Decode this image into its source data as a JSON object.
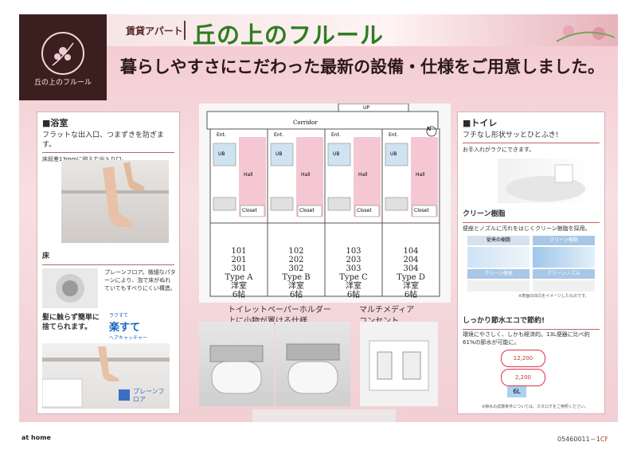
{
  "header": {
    "logo_text": "丘の上のフルール",
    "category": "賃貸アパート",
    "title": "丘の上のフルール",
    "subtitle": "暮らしやすさにこだわった最新の設備・仕様をご用意しました。"
  },
  "bath": {
    "heading": "■浴室",
    "lead": "フラットな出入口、つまずきを防ぎます。",
    "note": "床段差13mmに抑えた出入り口。",
    "floor_heading": "床",
    "floor_text": "プレーンフロア。微細なパターンにより、泡で床がぬれていてもすべりにくい構造。",
    "drain_text": "髪に触らず簡単に捨てられます。",
    "badge_small": "ラクすて",
    "badge_main": "楽すて",
    "badge_sub": "ヘアキャッチャー",
    "brand": "プレーンフロア"
  },
  "plan": {
    "corridor": "Corridor",
    "up": "UP",
    "north": "N",
    "labels": {
      "ent": "Ent.",
      "ub": "UB",
      "hall": "Hall",
      "closet": "Closet"
    },
    "units": [
      {
        "rooms": [
          "101",
          "201",
          "301"
        ],
        "type": "Type A",
        "room": "洋室",
        "size": "6帖"
      },
      {
        "rooms": [
          "102",
          "202",
          "302"
        ],
        "type": "Type B",
        "room": "洋室",
        "size": "6帖"
      },
      {
        "rooms": [
          "103",
          "203",
          "303"
        ],
        "type": "Type C",
        "room": "洋室",
        "size": "6帖"
      },
      {
        "rooms": [
          "104",
          "204",
          "304"
        ],
        "type": "Type D",
        "room": "洋室",
        "size": "6帖"
      }
    ]
  },
  "captions": {
    "holder_line1": "トイレットペーパーホルダー",
    "holder_line2": "上に小物が置ける仕様",
    "media_line1": "マルチメディア",
    "media_line2": "コンセント"
  },
  "toilet": {
    "heading": "■トイレ",
    "lead": "フチなし形状サッとひとふき!",
    "note": "お手入れがラクにできます。",
    "resin_heading": "クリーン樹脂",
    "resin_text": "便座とノズルに汚れをはじくクリーン樹脂を採用。",
    "resin_labels": [
      "従来の樹脂",
      "クリーン樹脂",
      "クリーン便座",
      "クリーンノズル"
    ],
    "resin_note": "※表面の凹凸をイメージしたものです。",
    "eco_heading": "しっかり節水エコで節約!",
    "eco_text": "環境にやさしく、しかも経済的。13L便器に比べ約61%の節水が可能に。",
    "eco_val1": "12,200",
    "eco_val2": "2,200",
    "eco_tank": "6L",
    "footnote": "※節水の試算条件については、カタログをご参照ください。"
  },
  "footer": {
    "brand": "at home",
    "code_main": "05460011－1",
    "code_suffix": "CF"
  }
}
